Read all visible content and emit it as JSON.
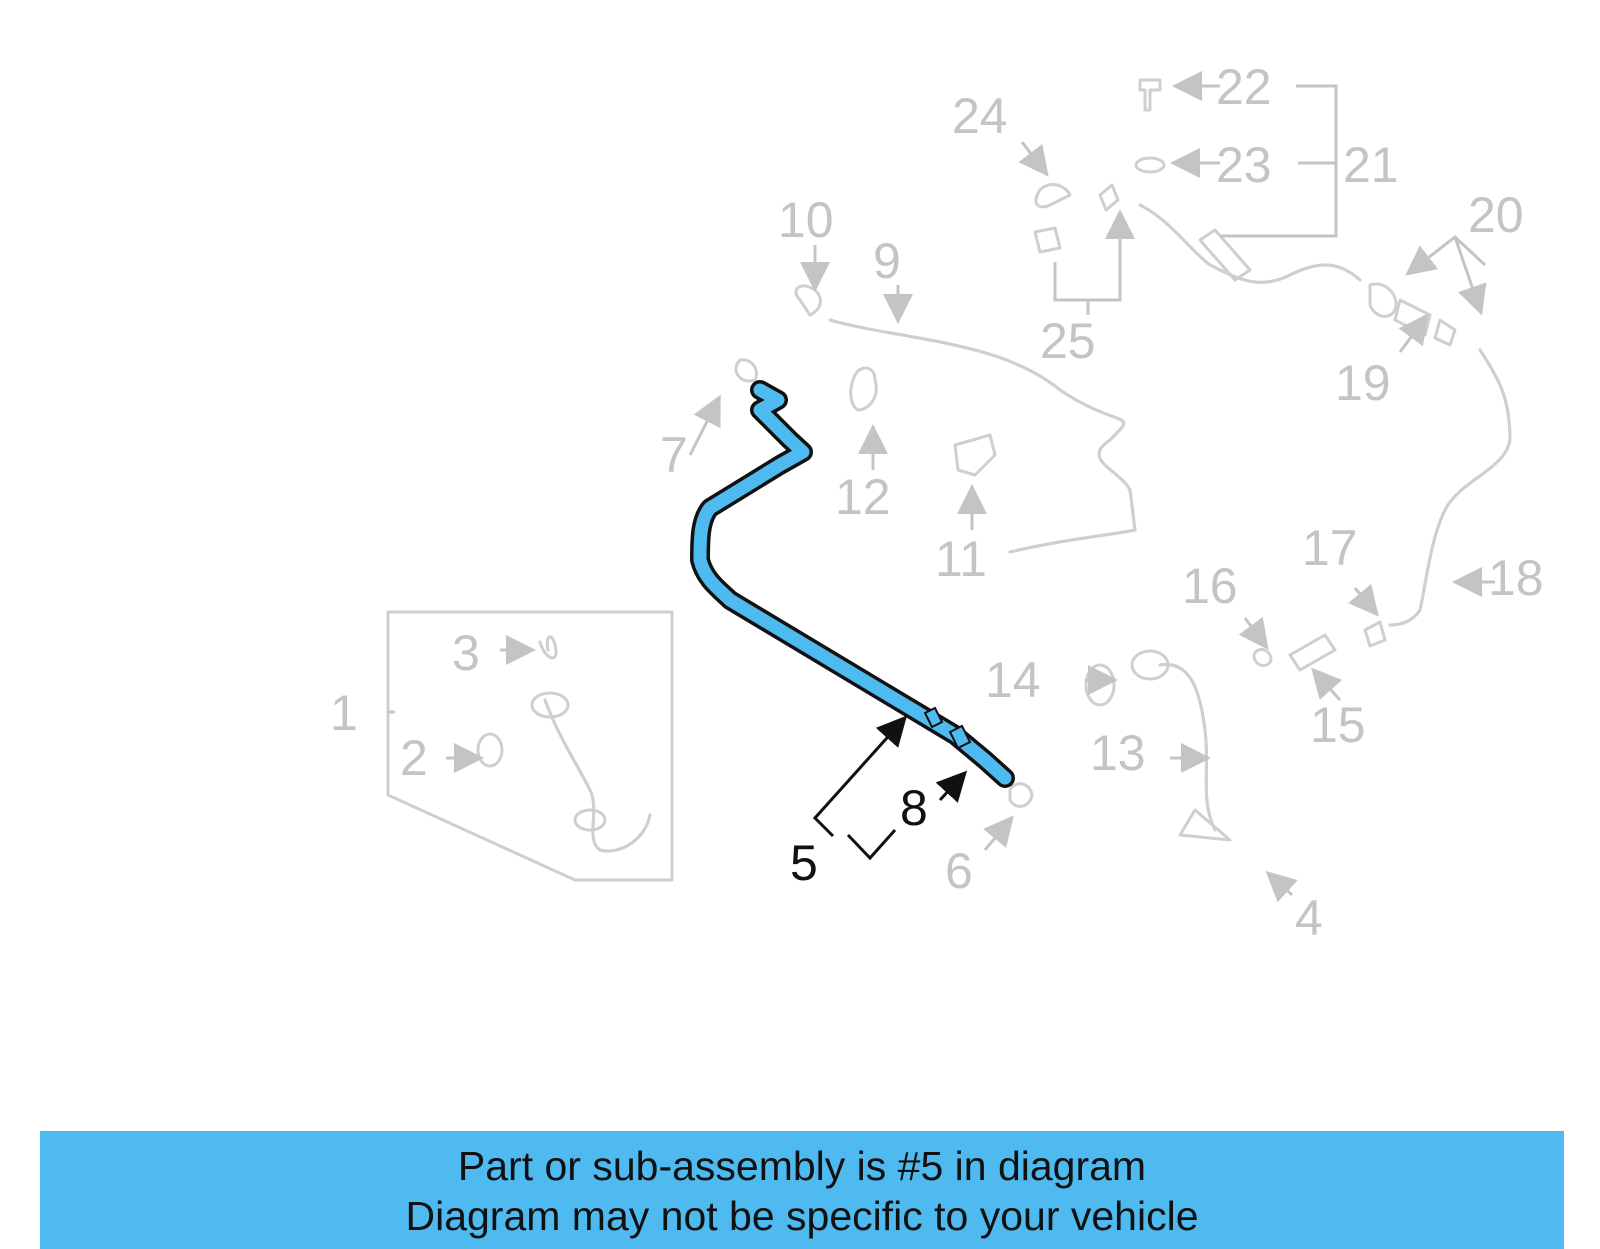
{
  "callouts": {
    "c1": "1",
    "c2": "2",
    "c3": "3",
    "c4": "4",
    "c5": "5",
    "c6": "6",
    "c7": "7",
    "c8": "8",
    "c9": "9",
    "c10": "10",
    "c11": "11",
    "c12": "12",
    "c13": "13",
    "c14": "14",
    "c15": "15",
    "c16": "16",
    "c17": "17",
    "c18": "18",
    "c19": "19",
    "c20": "20",
    "c21": "21",
    "c22": "22",
    "c23": "23",
    "c24": "24",
    "c25": "25"
  },
  "highlight": {
    "color": "#4fbaf0",
    "part": "5"
  },
  "banner": {
    "line1": "Part or sub-assembly is #5 in diagram",
    "line2": "Diagram may not be specific to your vehicle"
  }
}
